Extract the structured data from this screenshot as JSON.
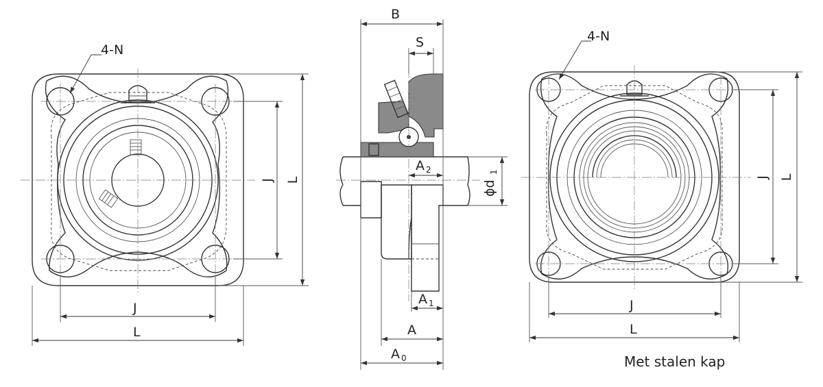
{
  "front_view": {
    "bolt_callout": "4-N",
    "dim_j_horizontal": "J",
    "dim_l_horizontal": "L",
    "dim_j_vertical": "J",
    "dim_l_vertical": "L"
  },
  "side_view": {
    "dim_b": "B",
    "dim_s": "S",
    "dim_a2": "A",
    "dim_a2_sub": "2",
    "dim_d1_prefix": "ϕd",
    "dim_d1_sub": "1",
    "dim_a1": "A",
    "dim_a1_sub": "1",
    "dim_a": "A",
    "dim_a0": "A",
    "dim_a0_sub": "0"
  },
  "cap_view": {
    "bolt_callout": "4-N",
    "dim_j_horizontal": "J",
    "dim_l_horizontal": "L",
    "dim_j_vertical": "J",
    "dim_l_vertical": "L",
    "caption": "Met stalen kap"
  }
}
